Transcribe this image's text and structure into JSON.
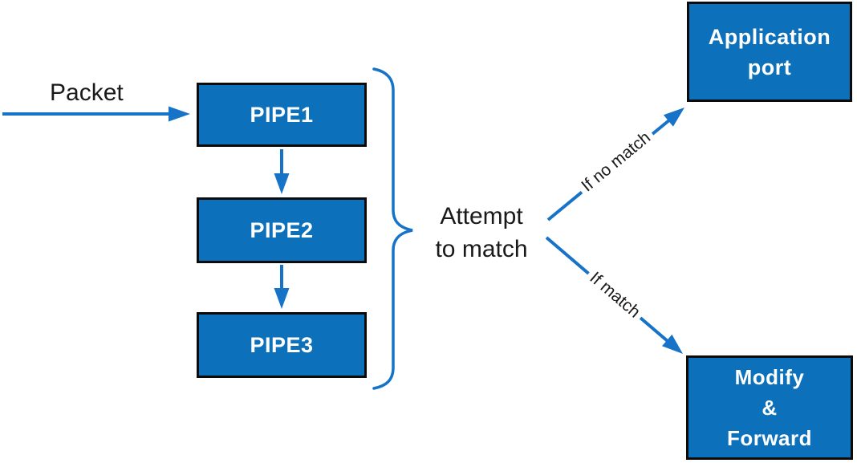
{
  "labels": {
    "packet": "Packet",
    "attempt_line1": "Attempt",
    "attempt_line2": "to match"
  },
  "nodes": {
    "pipe1": {
      "label": "PIPE1"
    },
    "pipe2": {
      "label": "PIPE2"
    },
    "pipe3": {
      "label": "PIPE3"
    },
    "application_port": {
      "lines": [
        "Application",
        "port"
      ]
    },
    "modify_forward": {
      "lines": [
        "Modify",
        "&",
        "Forward"
      ]
    }
  },
  "edges": {
    "packet_in": {
      "from": "Packet",
      "to": "PIPE1"
    },
    "pipe1_pipe2": {
      "from": "PIPE1",
      "to": "PIPE2"
    },
    "pipe2_pipe3": {
      "from": "PIPE2",
      "to": "PIPE3"
    },
    "no_match": {
      "label": "If no match",
      "to": "Application port"
    },
    "match": {
      "label": "If match",
      "to": "Modify & Forward"
    }
  },
  "colors": {
    "node_fill": "#0D70BA",
    "node_border": "#0B0B0B",
    "connector": "#1673C8",
    "node_text": "#FFFFFF",
    "text": "#1A1A1A",
    "background": "#FFFFFF"
  }
}
